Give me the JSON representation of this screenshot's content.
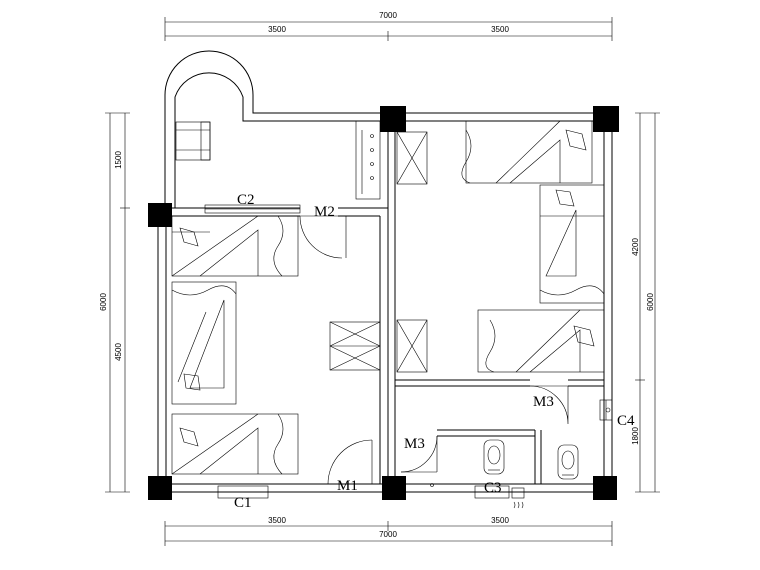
{
  "dimensions": {
    "top_total": "7000",
    "top_left": "3500",
    "top_right": "3500",
    "bottom_left": "3500",
    "bottom_right": "3500",
    "bottom_total": "7000",
    "left_total": "6000",
    "left_upper": "1500",
    "left_lower": "4500",
    "right_total": "6000",
    "right_upper": "4200",
    "right_lower": "1800"
  },
  "labels": {
    "c1": "C1",
    "c2": "C2",
    "c3": "C3",
    "c4": "C4",
    "m1": "M1",
    "m2": "M2",
    "m3_upper": "M3",
    "m3_lower": "M3"
  }
}
